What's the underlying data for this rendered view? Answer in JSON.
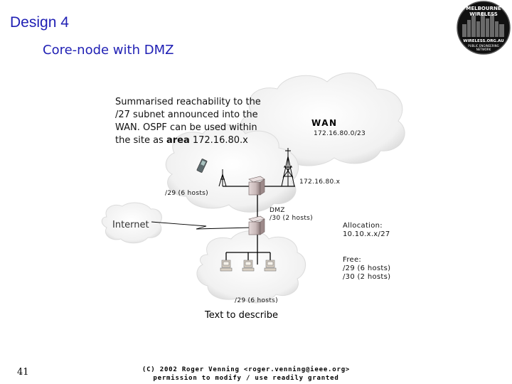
{
  "slide": {
    "title": "Design 4",
    "subtitle": "Core-node with DMZ",
    "summary": {
      "line1": "Summarised reachability to the",
      "line2": "/27 subnet announced into the",
      "line3": "WAN. OSPF can be used within",
      "line4_pre": "the site as ",
      "line4_bold": "area",
      "line4_post": " 172.16.80.x"
    },
    "page_number": "41",
    "copyright_line1": "(C) 2002 Roger Venning <roger.venning@ieee.org>",
    "copyright_line2": "permission to modify / use readily granted"
  },
  "diagram": {
    "wan_label": "WAN",
    "wan_subnet": "172.16.80.0/23",
    "site_subnet": "172.16.80.x",
    "link_subnet": "/29 (6 hosts)",
    "dmz_line1": "DMZ",
    "dmz_line2": "/30 (2 hosts)",
    "internet_label": "Internet",
    "allocation_line1": "Allocation:",
    "allocation_line2": "10.10.x.x/27",
    "free_line1": "Free:",
    "free_line2": "/29 (6 hosts)",
    "free_line3": "/30 (2 hosts)",
    "dmz_lan_subnet": "/29 (6 hosts)",
    "caption": "Text to describe"
  },
  "logo": {
    "line1": "MELBOURNE",
    "line2": "WIRELESS",
    "url": "WIRELESS.ORG.AU",
    "line3": "PUBLIC ENGINEERING",
    "line4": "NETWORK"
  },
  "colors": {
    "title": "#1f1fb4",
    "cloud_fill": "#f1f1f1",
    "cloud_edge": "#d8d8d8",
    "router": "#c9b9b9"
  },
  "icons": [
    "wan-cloud-icon",
    "site-cloud-icon",
    "internet-cloud-icon",
    "dmz-lan-cloud-icon",
    "tower-icon",
    "antenna-icon",
    "router-icon",
    "host-icon",
    "handheld-icon",
    "lightning-link-icon",
    "logo-skyline-icon"
  ]
}
